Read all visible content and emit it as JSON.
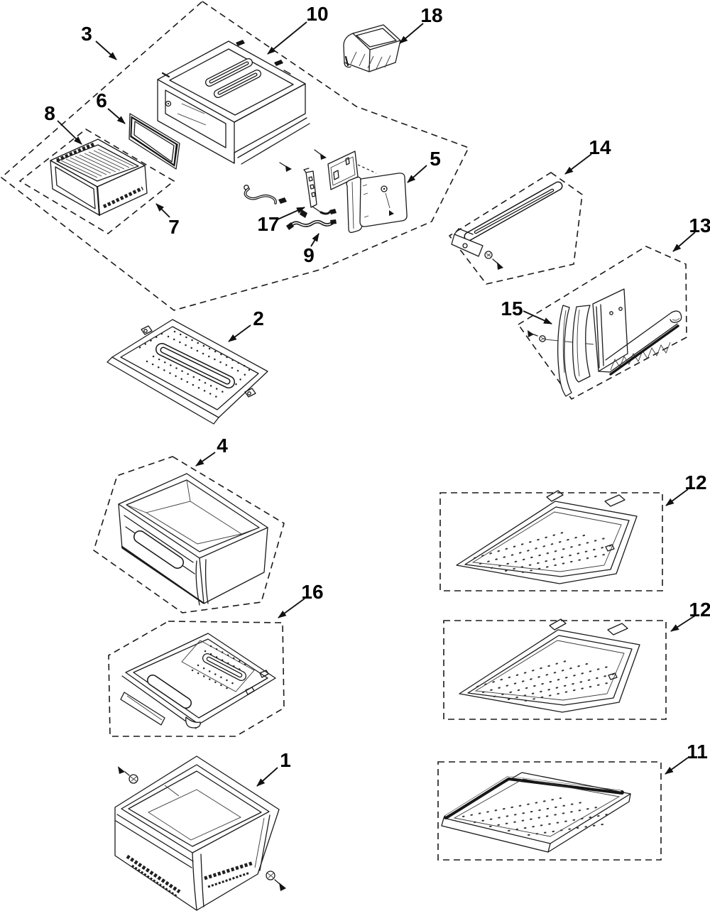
{
  "diagram": {
    "kind": "appliance-exploded-parts-diagram",
    "colors": {
      "background": "#ffffff",
      "ink": "#1a1a1a"
    },
    "callouts": {
      "c1": "1",
      "c2": "2",
      "c3": "3",
      "c4": "4",
      "c5": "5",
      "c6": "6",
      "c7": "7",
      "c8": "8",
      "c9": "9",
      "c10": "10",
      "c11": "11",
      "c12_top": "12",
      "c12_middle": "12",
      "c13": "13",
      "c14": "14",
      "c15": "15",
      "c16": "16",
      "c17": "17",
      "c18": "18"
    }
  }
}
